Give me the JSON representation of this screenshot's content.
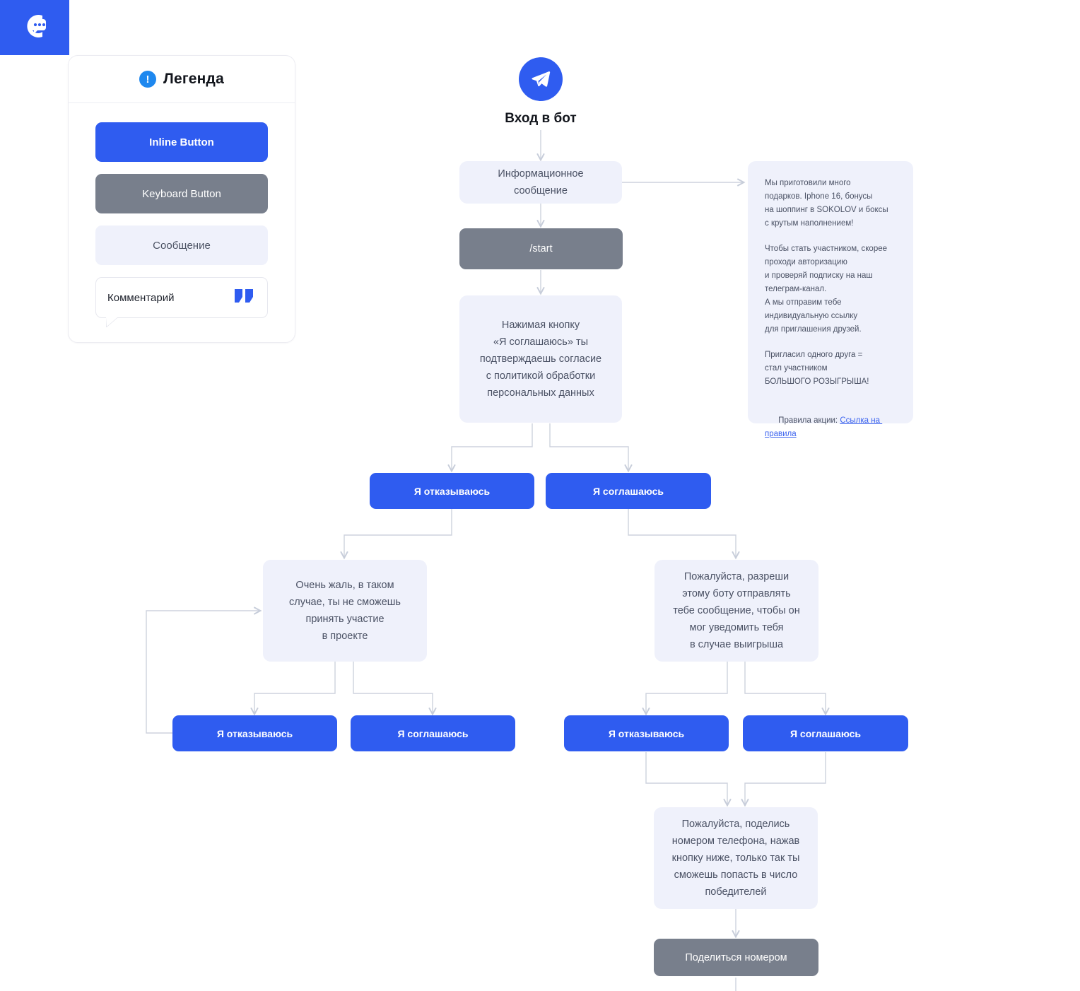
{
  "brand": {
    "logo_icon": "chat-bubble-c-logo"
  },
  "legend": {
    "title": "Легенда",
    "info_icon": "exclamation-icon",
    "items": [
      {
        "label": "Inline Button",
        "type": "inline"
      },
      {
        "label": "Keyboard Button",
        "type": "keyboard"
      },
      {
        "label": "Сообщение",
        "type": "message"
      },
      {
        "label": "Комментарий",
        "type": "comment",
        "icon": "quote-icon"
      }
    ]
  },
  "flow": {
    "entry": {
      "icon": "telegram-icon",
      "label": "Вход в бот"
    },
    "info_message": "Информационное сообщение",
    "start_command": "/start",
    "consent_message": "Нажимая кнопку\n«Я соглашаюсь» ты\nподтверждаешь согласие\nс политикой обработки\nперсональных данных",
    "promo_message": {
      "p1": "Мы приготовили много\nподарков. Iphone 16, бонусы\nна шоппинг в SOKOLOV и боксы\nс крутым наполнением!",
      "p2": "Чтобы стать участником, скорее\nпроходи авторизацию\nи проверяй подписку на наш\nтелеграм-канал.\nА мы отправим тебе\nиндивидуальную ссылку\nдля приглашения друзей.",
      "p3": "Пригласил одного друга =\nстал участником\nБОЛЬШОГО РОЗЫГРЫША!",
      "p4_prefix": "Правила акции: ",
      "p4_link": "Ссылка на правила"
    },
    "decline_label": "Я отказываюсь",
    "accept_label": "Я соглашаюсь",
    "sorry_message": "Очень жаль, в таком\nслучае, ты не сможешь\nпринять участие\nв проекте",
    "permission_message": "Пожалуйста, разреши\nэтому боту отправлять\nтебе сообщение, чтобы он\nмог уведомить тебя\nв случае выигрыша",
    "phone_message": "Пожалуйста, поделись\nномером телефона, нажав\nкнопку ниже, только так ты\nсможешь попасть в число\nпобедителей",
    "share_phone_label": "Поделиться номером"
  },
  "colors": {
    "brand_blue": "#2f5cf0",
    "keyboard_gray": "#787f8c",
    "message_bg": "#eff1fb",
    "edge": "#cdd2dd",
    "text": "#4a5164"
  }
}
